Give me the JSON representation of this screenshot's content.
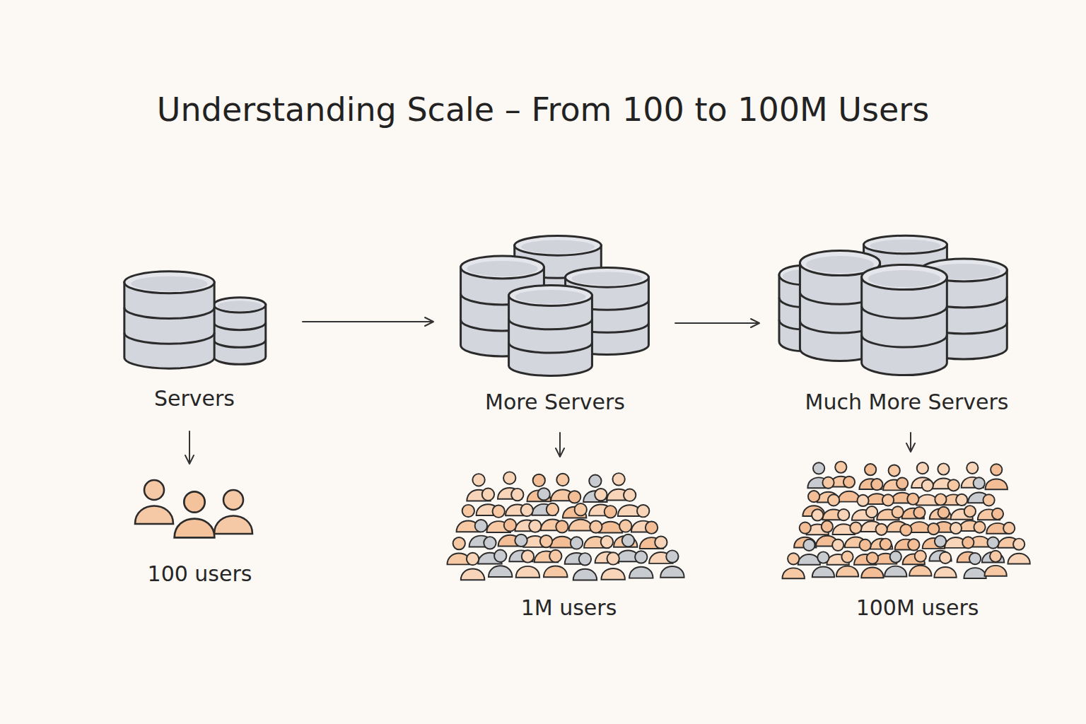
{
  "diagram": {
    "title": "Understanding Scale – From 100 to 100M Users",
    "nodes": [
      {
        "text": [
          "Servers"
        ]
      },
      {
        "text": [
          "More Servers"
        ]
      },
      {
        "text": [
          "Much More Servers"
        ]
      },
      {
        "text": [
          "100 users"
        ]
      },
      {
        "text": [
          "1M users"
        ]
      },
      {
        "text": [
          "100M users"
        ]
      }
    ],
    "edges": [
      {
        "from": 0,
        "to": 1,
        "arrow": "to"
      },
      {
        "from": 1,
        "to": 2,
        "arrow": "to"
      },
      {
        "from": 0,
        "to": 3,
        "arrow": "to"
      },
      {
        "from": 1,
        "to": 4,
        "arrow": "to"
      },
      {
        "from": 2,
        "to": 5,
        "arrow": "to"
      }
    ]
  }
}
